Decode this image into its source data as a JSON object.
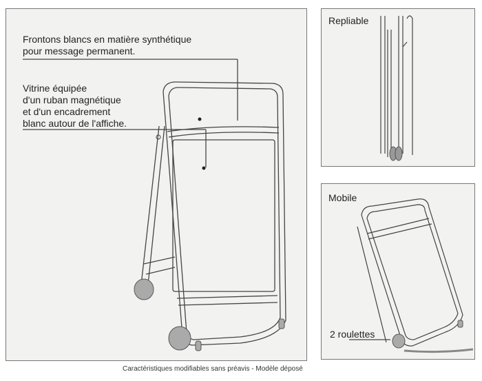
{
  "main": {
    "callout_1": [
      "Frontons blancs en matière synthétique",
      "pour message permanent."
    ],
    "callout_2": [
      "Vitrine équipée",
      "d'un ruban magnétique",
      "et d'un encadrement",
      "blanc autour de l'affiche."
    ]
  },
  "repliable": {
    "title": "Repliable"
  },
  "mobile": {
    "title": "Mobile",
    "callout": "2 roulettes"
  },
  "caption": "Caractéristiques modifiables sans préavis - Modèle déposé"
}
